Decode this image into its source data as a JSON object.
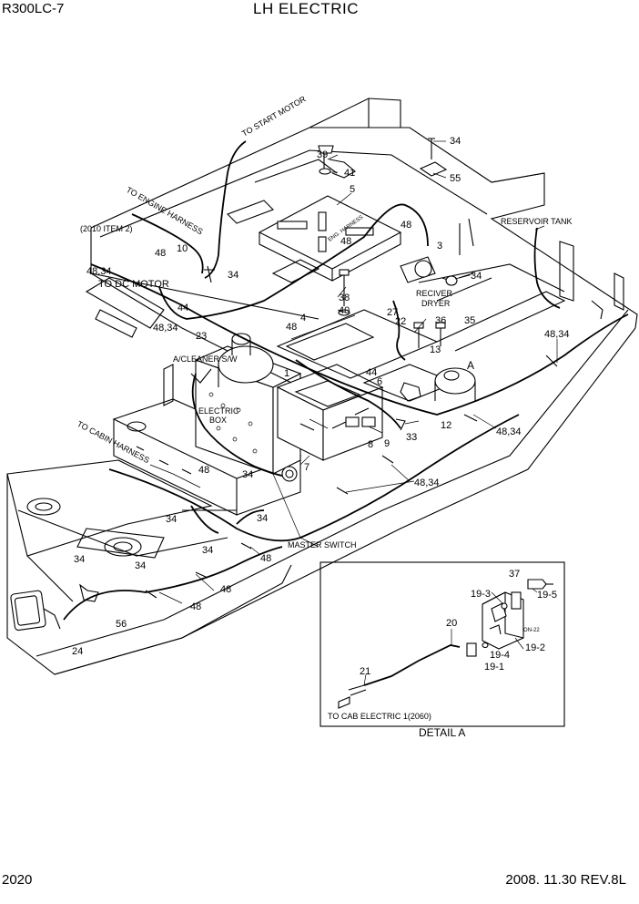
{
  "header": {
    "model": "R300LC-7",
    "title": "LH ELECTRIC"
  },
  "footer": {
    "page_number": "2020",
    "revision": "2008. 11.30  REV.8L"
  },
  "notes": {
    "to_start_motor": "TO START MOTOR",
    "to_engine_harness": "TO ENGINE HARNESS",
    "item_2010": "(2010 ITEM 2)",
    "to_dc_motor": "TO DC MOTOR",
    "reservoir_tank": "RESERVOIR TANK",
    "eng_harness": "ENG. HARNESS",
    "reciver": "RECIVER",
    "dryer": "DRYER",
    "a_cleaner": "A/CLEANER S/W",
    "electric": "ELECTRIC",
    "box": "BOX",
    "to_cabin_harness": "TO CABIN HARNESS",
    "master_switch": "MASTER SWITCH",
    "detail_ref": "A"
  },
  "callouts": {
    "c1": "1",
    "c3": "3",
    "c4": "4",
    "c5": "5",
    "c6": "6",
    "c7": "7",
    "c8": "8",
    "c9": "9",
    "c10": "10",
    "c12": "12",
    "c13": "13",
    "c22": "22",
    "c23": "23",
    "c24": "24",
    "c27": "27",
    "c33": "33",
    "c34": "34",
    "c35": "35",
    "c36": "36",
    "c38": "38",
    "c39": "39",
    "c40": "40",
    "c41": "41",
    "c44": "44",
    "c48": "48",
    "c55": "55",
    "c56": "56",
    "c4834": "48,34"
  },
  "detail": {
    "title": "DETAIL  A",
    "to_cab": "TO CAB ELECTRIC 1(2060)",
    "c20": "20",
    "c21": "21",
    "c37": "37",
    "c19_1": "19-1",
    "c19_2": "19-2",
    "c19_3": "19-3",
    "c19_4": "19-4",
    "c19_5": "19-5",
    "on22": "ON-22"
  }
}
